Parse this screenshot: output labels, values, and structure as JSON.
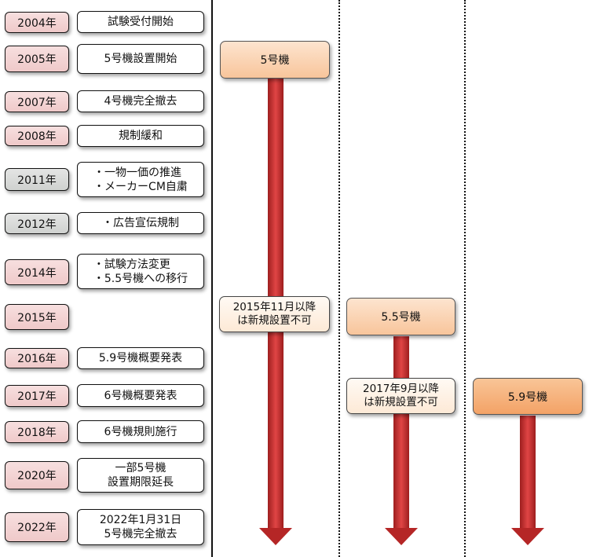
{
  "timeline": [
    {
      "year": "2004年",
      "event": [
        "試験受付開始"
      ],
      "year_style": "pink"
    },
    {
      "year": "2005年",
      "event": [
        "5号機設置開始"
      ],
      "year_style": "pink"
    },
    {
      "year": "2007年",
      "event": [
        "4号機完全撤去"
      ],
      "year_style": "pink"
    },
    {
      "year": "2008年",
      "event": [
        "規制緩和"
      ],
      "year_style": "pink"
    },
    {
      "year": "2011年",
      "event": [
        "・一物一価の推進",
        "・メーカーCM自粛"
      ],
      "year_style": "gray"
    },
    {
      "year": "2012年",
      "event": [
        "・広告宣伝規制"
      ],
      "year_style": "gray"
    },
    {
      "year": "2014年",
      "event": [
        "・試験方法変更",
        "・5.5号機への移行"
      ],
      "year_style": "pink"
    },
    {
      "year": "2015年",
      "event": [],
      "year_style": "pink"
    },
    {
      "year": "2016年",
      "event": [
        "5.9号機概要発表"
      ],
      "year_style": "pink"
    },
    {
      "year": "2017年",
      "event": [
        "6号機概要発表"
      ],
      "year_style": "pink"
    },
    {
      "year": "2018年",
      "event": [
        "6号機規則施行"
      ],
      "year_style": "pink"
    },
    {
      "year": "2020年",
      "event": [
        "一部5号機",
        "設置期限延長"
      ],
      "year_style": "pink"
    },
    {
      "year": "2022年",
      "event": [
        "2022年1月31日",
        "5号機完全撤去"
      ],
      "year_style": "pink"
    }
  ],
  "machines": [
    {
      "name": "5号機",
      "note": [
        "2015年11月以降",
        "は新規設置不可"
      ]
    },
    {
      "name": "5.5号機",
      "note": [
        "2017年9月以降",
        "は新規設置不可"
      ]
    },
    {
      "name": "5.9号機",
      "note": []
    }
  ],
  "colors": {
    "year_pink": "#f2d2d2",
    "year_gray": "#d9dbd9",
    "machine_box": "#f9cfad",
    "machine_box_strong": "#f5ad74",
    "arrow": "#c42a2a"
  }
}
